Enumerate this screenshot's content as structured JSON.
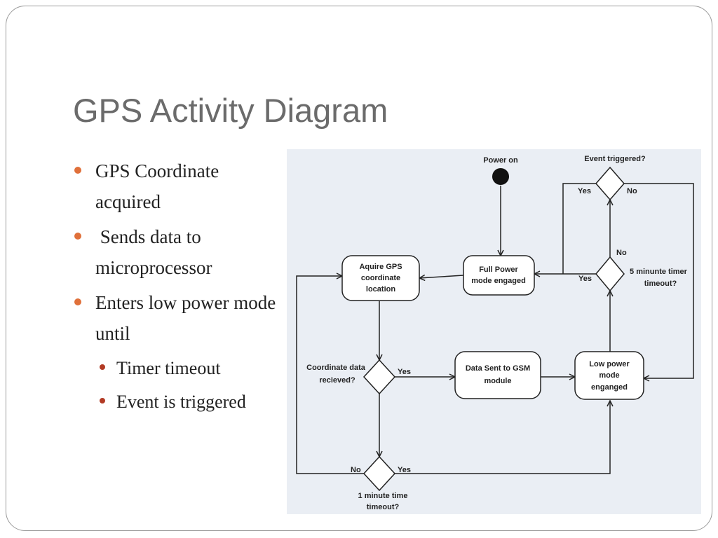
{
  "slide": {
    "title": "GPS Activity Diagram",
    "bullets": [
      "GPS Coordinate acquired",
      " Sends data to microprocessor",
      "Enters low power mode until"
    ],
    "sub_bullets": [
      "Timer timeout",
      "Event is triggered"
    ]
  },
  "diagram": {
    "start_label": "Power on",
    "nodes": {
      "full_power": [
        "Full Power",
        "mode engaged"
      ],
      "acquire_gps": [
        "Aquire GPS",
        "coordinate",
        "location"
      ],
      "data_sent": [
        "Data Sent to GSM",
        "module"
      ],
      "low_power": [
        "Low power",
        "mode",
        "enganged"
      ]
    },
    "decisions": {
      "event_triggered": "Event triggered?",
      "five_minute": [
        "5 minunte timer",
        "timeout?"
      ],
      "coordinate_data": [
        "Coordinate data",
        "recieved?"
      ],
      "one_minute": [
        "1 minute time",
        "timeout?"
      ]
    },
    "edge_labels": {
      "yes": "Yes",
      "no": "No"
    }
  }
}
